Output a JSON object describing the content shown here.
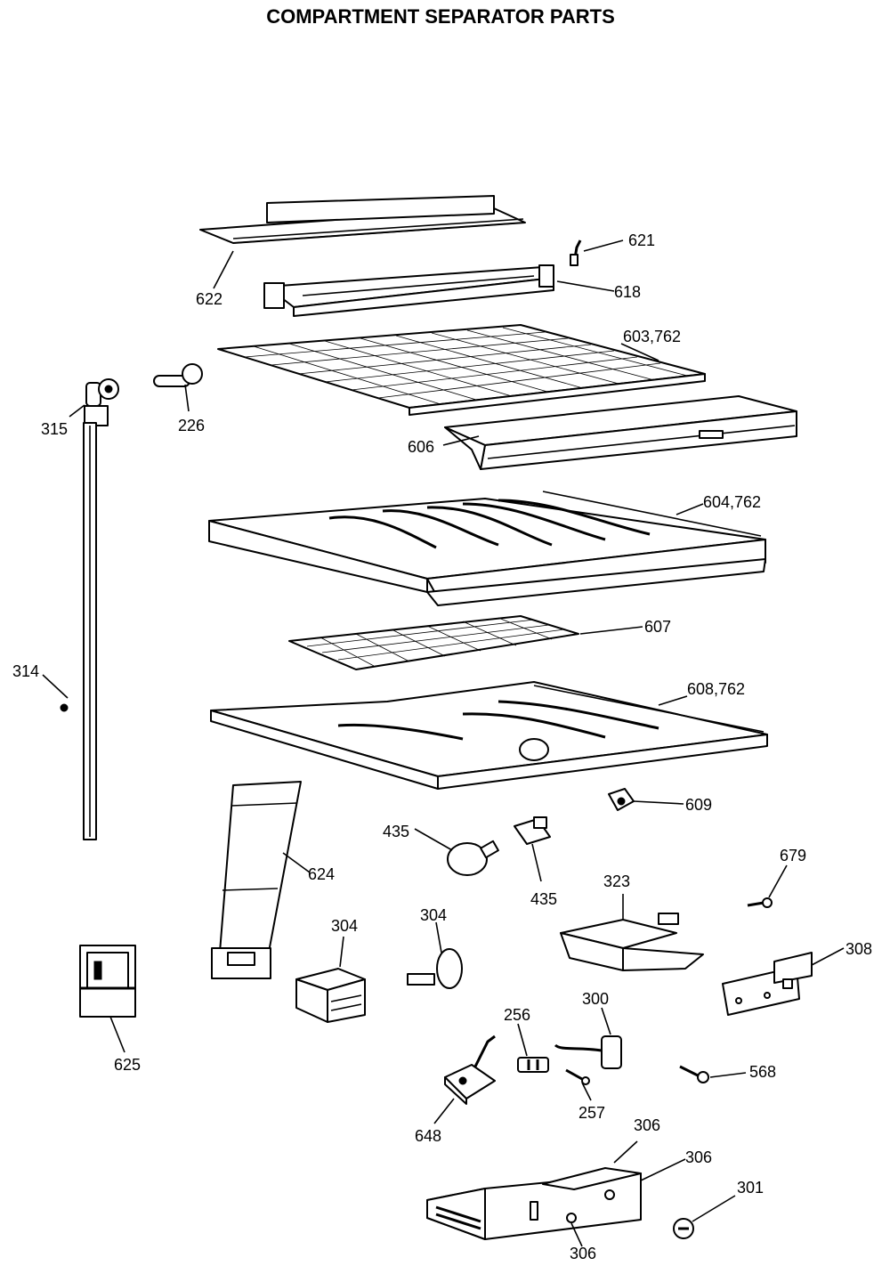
{
  "title": "COMPARTMENT SEPARATOR PARTS",
  "labels": {
    "p622": "622",
    "p621": "621",
    "p618": "618",
    "p603": "603,762",
    "p315": "315",
    "p226": "226",
    "p606": "606",
    "p604": "604,762",
    "p607": "607",
    "p314": "314",
    "p608": "608,762",
    "p609": "609",
    "p435a": "435",
    "p435b": "435",
    "p624": "624",
    "p679": "679",
    "p323": "323",
    "p304a": "304",
    "p304b": "304",
    "p308": "308",
    "p625": "625",
    "p256": "256",
    "p300": "300",
    "p568": "568",
    "p257": "257",
    "p648": "648",
    "p306a": "306",
    "p306b": "306",
    "p306c": "306",
    "p301": "301"
  }
}
